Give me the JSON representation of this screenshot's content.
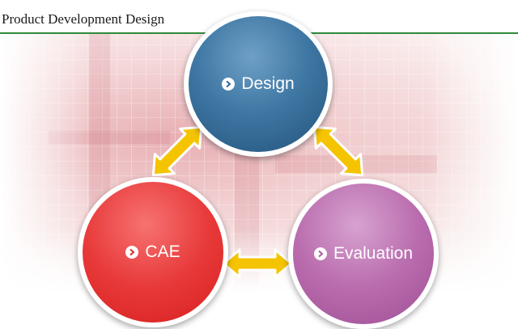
{
  "header": {
    "title": "Product Development Design"
  },
  "nodes": {
    "design": {
      "label": "Design"
    },
    "cae": {
      "label": "CAE"
    },
    "evaluation": {
      "label": "Evaluation"
    }
  },
  "icons": {
    "node_marker": "chevron-right-circle-icon",
    "connector": "double-headed-arrow-icon"
  },
  "colors": {
    "title_rule": "#2f8a3a",
    "design": "#3f78a4",
    "cae": "#e83a3a",
    "evaluation": "#b96cae",
    "arrow_fill": "#f5c400",
    "arrow_stroke": "#ffffff"
  }
}
